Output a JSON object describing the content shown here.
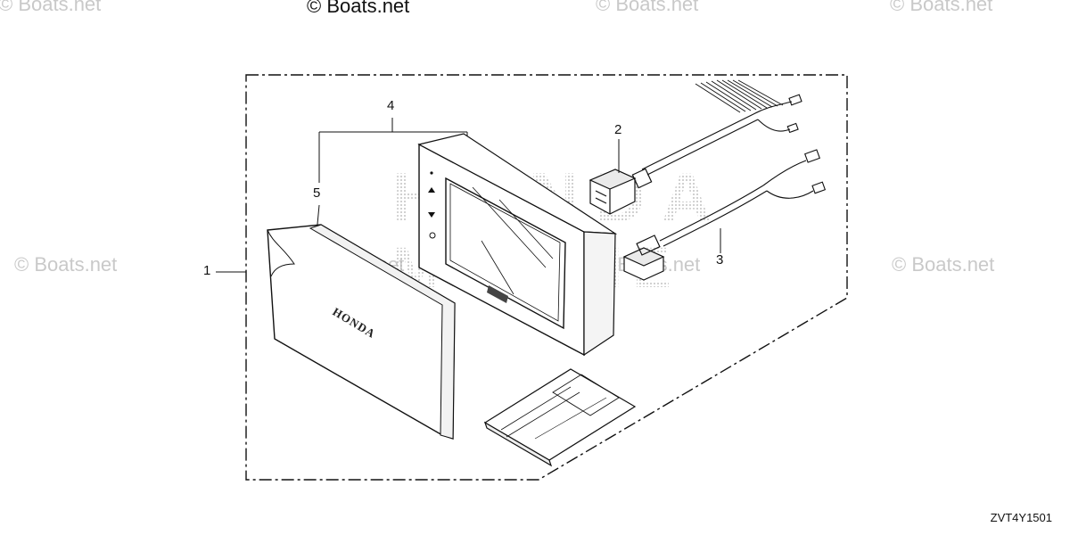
{
  "watermarks": {
    "top_left": "© Boats.net",
    "top_center": "© Boats.net",
    "top_mid": "© Boats.net",
    "top_right": "© Boats.net",
    "mid_left": "© Boats.net",
    "mid_center": "© Boats.net",
    "mid_center2": "© Boats.net",
    "mid_right": "© Boats.net"
  },
  "diagram": {
    "callouts": {
      "c1": "1",
      "c2": "2",
      "c3": "3",
      "c4": "4",
      "c5": "5"
    },
    "cover_brand": "HONDA",
    "background_brand_line1": "HONDA",
    "background_brand_line2": "MARINE",
    "diagram_code": "ZVT4Y1501"
  },
  "colors": {
    "line": "#111111",
    "watermark": "#c9c9c9",
    "halftone": "#b0b0b0"
  }
}
